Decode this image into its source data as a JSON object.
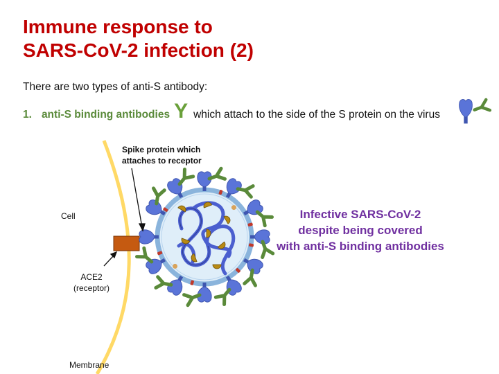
{
  "title": {
    "line1": "Immune response to",
    "line2": "SARS-CoV-2 infection (2)"
  },
  "intro": "There are two types of anti-S antibody:",
  "point1": {
    "number": "1.",
    "term": "anti-S binding antibodies",
    "symbol": "Y",
    "text": "which attach to the side of the S protein on the virus"
  },
  "diagram": {
    "spike_label": "Spike protein which attaches to receptor",
    "cell_label": "Cell",
    "ace2_label_line1": "ACE2",
    "ace2_label_line2": "(receptor)",
    "membrane_label": "Membrane",
    "caption_line1": "Infective SARS-CoV-2",
    "caption_line2": "despite being covered",
    "caption_line3": "with anti-S binding antibodies"
  },
  "colors": {
    "title": "#C00000",
    "antibody_green": "#5a8a3a",
    "caption_purple": "#7030A0",
    "spike_blue": "#5a74d8",
    "membrane_yellow": "#FFD966",
    "receptor_orange": "#C55A11"
  }
}
